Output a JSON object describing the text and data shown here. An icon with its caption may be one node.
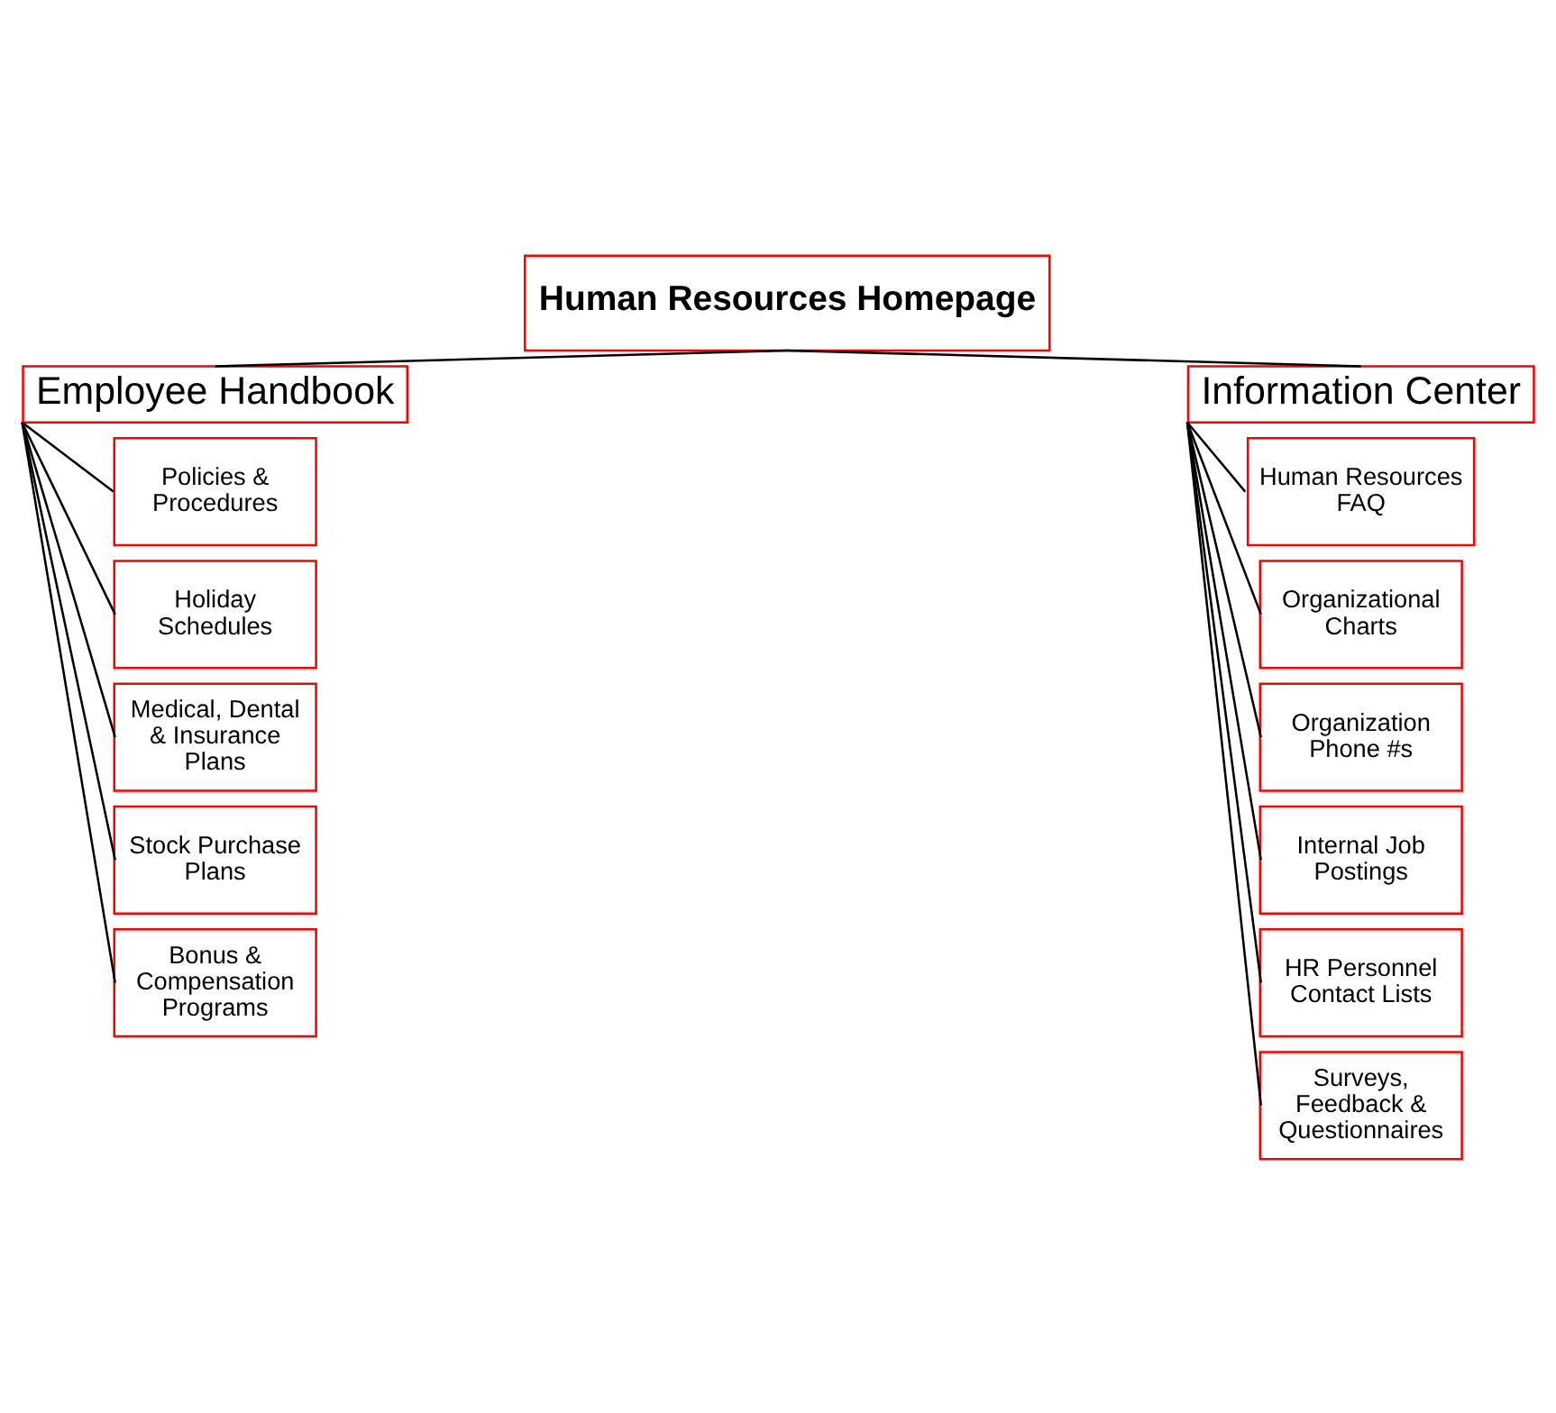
{
  "diagram": {
    "nodes": [
      {
        "text": [
          "Human Resources Homepage"
        ]
      },
      {
        "text": [
          "Employee Handbook"
        ]
      },
      {
        "text": [
          "Information Center"
        ]
      },
      {
        "text": [
          "Policies & Procedures"
        ]
      },
      {
        "text": [
          "Holiday Schedules"
        ]
      },
      {
        "text": [
          "Medical, Dental & Insurance Plans"
        ]
      },
      {
        "text": [
          "Stock Purchase Plans"
        ]
      },
      {
        "text": [
          "Bonus & Compensation Programs"
        ]
      },
      {
        "text": [
          "Human Resources FAQ"
        ]
      },
      {
        "text": [
          "Organizational Charts"
        ]
      },
      {
        "text": [
          "Organization Phone #s"
        ]
      },
      {
        "text": [
          "Internal Job Postings"
        ]
      },
      {
        "text": [
          "HR Personnel Contact Lists"
        ]
      },
      {
        "text": [
          "Surveys, Feedback & Questionnaires"
        ]
      }
    ],
    "edges": [
      {
        "from": 0,
        "to": 1,
        "arrow": "none"
      },
      {
        "from": 0,
        "to": 2,
        "arrow": "none"
      },
      {
        "from": 1,
        "to": 3,
        "arrow": "none"
      },
      {
        "from": 1,
        "to": 4,
        "arrow": "none"
      },
      {
        "from": 1,
        "to": 5,
        "arrow": "none"
      },
      {
        "from": 1,
        "to": 6,
        "arrow": "none"
      },
      {
        "from": 1,
        "to": 7,
        "arrow": "none"
      },
      {
        "from": 2,
        "to": 8,
        "arrow": "none"
      },
      {
        "from": 2,
        "to": 9,
        "arrow": "none"
      },
      {
        "from": 2,
        "to": 10,
        "arrow": "none"
      },
      {
        "from": 2,
        "to": 11,
        "arrow": "none"
      },
      {
        "from": 2,
        "to": 12,
        "arrow": "none"
      },
      {
        "from": 2,
        "to": 13,
        "arrow": "none"
      }
    ]
  }
}
